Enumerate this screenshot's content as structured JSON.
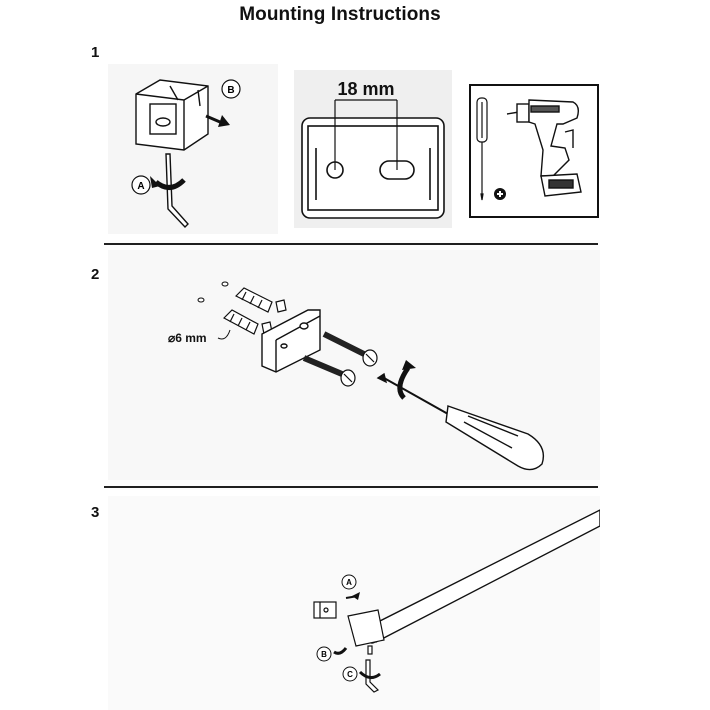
{
  "title": "Mounting Instructions",
  "steps": [
    {
      "number": "1",
      "label_a": "A",
      "label_b": "B",
      "measure": "18 mm"
    },
    {
      "number": "2",
      "diameter": "⌀6 mm"
    },
    {
      "number": "3",
      "label_a": "A",
      "label_b": "B",
      "label_c": "C"
    }
  ],
  "icons": [
    "allen-key-icon",
    "screwdriver-icon",
    "drill-icon",
    "plus-icon",
    "rotate-arrow-icon"
  ]
}
